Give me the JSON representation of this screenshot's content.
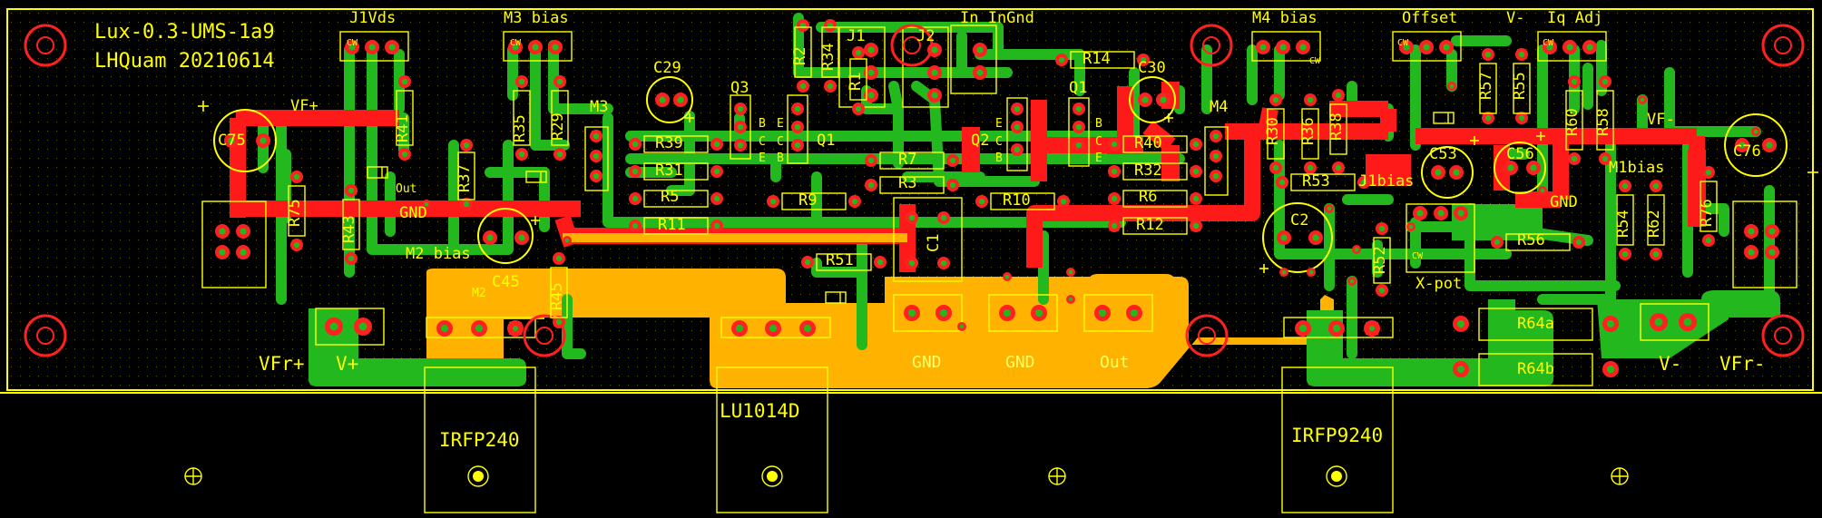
{
  "title_line1": "Lux-0.3-UMS-1a9",
  "title_line2": "LHQuam 20210614",
  "headers": {
    "j1vds": "J1Vds",
    "m3bias": "M3 bias",
    "in_ingnd": "In InGnd",
    "m4bias": "M4 bias",
    "offset": "Offset",
    "vminus_top": "V-",
    "iq_adj": "Iq Adj"
  },
  "nets": {
    "vf_plus": "VF+",
    "vf_minus": "VF-",
    "gnd_left": "GND",
    "gnd_right": "GND",
    "out_small": "Out",
    "vfr_plus": "VFr+",
    "v_plus": "V+",
    "v_minus": "V-",
    "vfr_minus": "VFr-",
    "m2bias": "M2 bias",
    "m1bias": "M1bias",
    "j1bias": "J1bias",
    "xpot": "X-pot"
  },
  "output_pads": {
    "gnd1": "GND",
    "gnd2": "GND",
    "out": "Out"
  },
  "transistors": {
    "left": "IRFP240",
    "center": "LU1014D",
    "right": "IRFP9240"
  },
  "refs": {
    "R2": "R2",
    "R34": "R34",
    "R1": "R1",
    "J1": "J1",
    "J2": "J2",
    "R14": "R14",
    "C29": "C29",
    "C30": "C30",
    "Q3": "Q3",
    "Q1_left": "Q1",
    "Q1_right": "Q1",
    "Q2": "Q2",
    "M3": "M3",
    "M4": "M4",
    "M2": "M2",
    "R35": "R35",
    "R29": "R29",
    "R41": "R41",
    "R37": "R37",
    "R39": "R39",
    "R31": "R31",
    "R5": "R5",
    "R11": "R11",
    "R7": "R7",
    "R3": "R3",
    "R9": "R9",
    "R10": "R10",
    "C1": "C1",
    "R40": "R40",
    "R32": "R32",
    "R6": "R6",
    "R12": "R12",
    "R30": "R30",
    "R36": "R36",
    "R38": "R38",
    "R57": "R57",
    "R55": "R55",
    "R60": "R60",
    "R58": "R58",
    "R53": "R53",
    "R56": "R56",
    "R54": "R54",
    "R62": "R62",
    "R76": "R76",
    "R75": "R75",
    "R43": "R43",
    "R45": "R45",
    "R51": "R51",
    "R52": "R52",
    "C75": "C75",
    "C76": "C76",
    "C45": "C45",
    "C53": "C53",
    "C56": "C56",
    "C2": "C2",
    "R64a": "R64a",
    "R64b": "R64b",
    "pin_B": "B",
    "pin_C": "C",
    "pin_E": "E",
    "pin_CW": "CW"
  },
  "colors": {
    "background": "#000000",
    "board_outline": "#ffff00",
    "silkscreen": "#ffff00",
    "top_copper": "#ff1a1a",
    "bottom_copper": "#22b81e",
    "ground_pour": "#ffb300",
    "drill_ring": "#ff2020"
  }
}
